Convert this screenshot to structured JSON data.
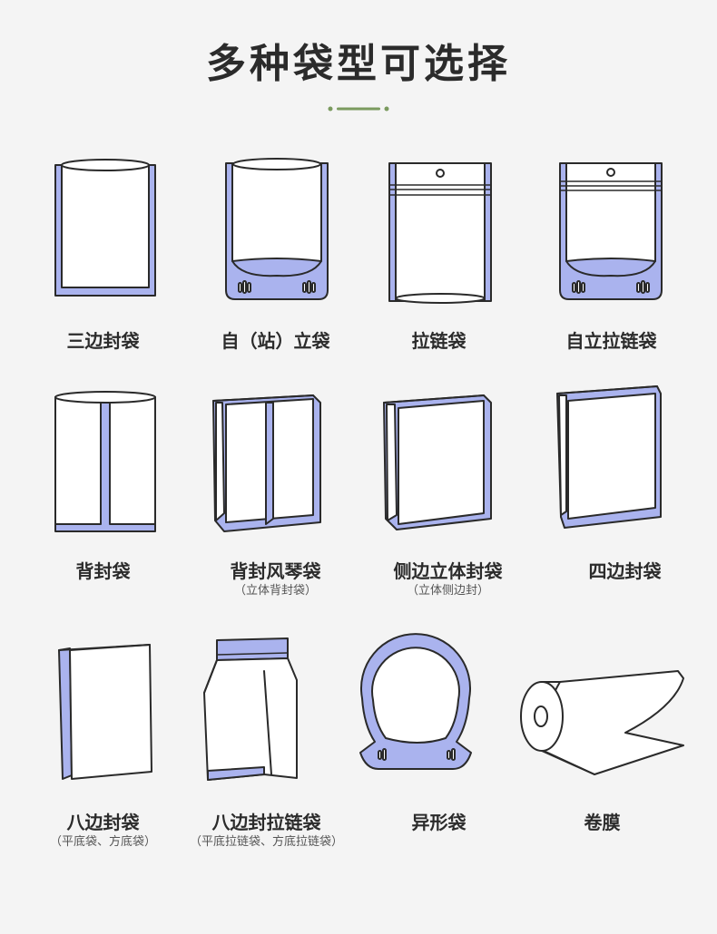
{
  "title": "多种袋型可选择",
  "colors": {
    "accent_green": "#7a9a5e",
    "bag_blue": "#aab3ee",
    "outline": "#2a2a2a"
  },
  "bags": [
    {
      "label": "三边封袋",
      "icon": "three-side-seal-bag-icon"
    },
    {
      "label": "自（站）立袋",
      "icon": "stand-up-pouch-icon"
    },
    {
      "label": "拉链袋",
      "icon": "zipper-bag-icon"
    },
    {
      "label": "自立拉链袋",
      "icon": "stand-up-zipper-pouch-icon"
    },
    {
      "label": "背封袋",
      "icon": "back-seal-bag-icon"
    },
    {
      "label": "背封风琴袋",
      "sub": "（立体背封袋）",
      "icon": "back-seal-gusset-bag-icon"
    },
    {
      "label": "侧边立体封袋",
      "sub": "（立体侧边封）",
      "icon": "side-gusset-bag-icon"
    },
    {
      "label": "四边封袋",
      "icon": "four-side-seal-bag-icon"
    },
    {
      "label": "八边封袋",
      "sub": "（平底袋、方底袋）",
      "icon": "eight-side-seal-bag-icon"
    },
    {
      "label": "八边封拉链袋",
      "sub": "（平底拉链袋、方底拉链袋）",
      "icon": "eight-side-zipper-bag-icon"
    },
    {
      "label": "异形袋",
      "icon": "shaped-bag-icon"
    },
    {
      "label": "卷膜",
      "icon": "roll-film-icon"
    }
  ]
}
